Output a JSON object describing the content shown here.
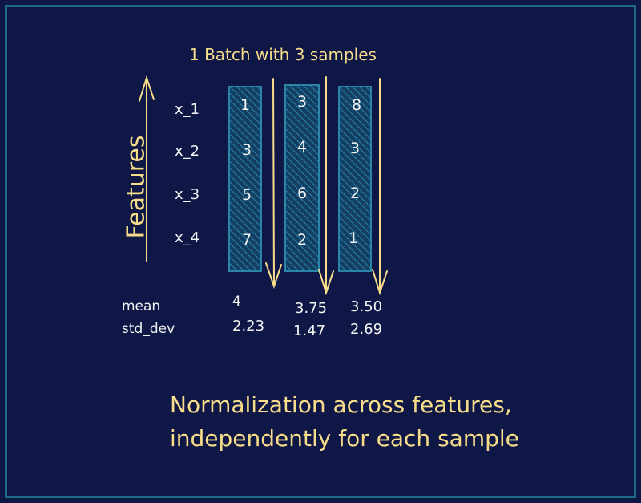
{
  "title": "1 Batch with 3 samples",
  "y_axis_label": "Features",
  "features": [
    "x_1",
    "x_2",
    "x_3",
    "x_4"
  ],
  "samples": [
    {
      "values": [
        "1",
        "3",
        "5",
        "7"
      ],
      "mean": "4",
      "std_dev": "2.23"
    },
    {
      "values": [
        "3",
        "4",
        "6",
        "2"
      ],
      "mean": "3.75",
      "std_dev": "1.47"
    },
    {
      "values": [
        "8",
        "3",
        "2",
        "1"
      ],
      "mean": "3.50",
      "std_dev": "2.69"
    }
  ],
  "stat_labels": {
    "mean": "mean",
    "std_dev": "std_dev"
  },
  "caption": {
    "line1": "Normalization across features,",
    "line2": "independently for each sample"
  },
  "colors": {
    "background": "#0f1747",
    "border": "#1e6b86",
    "column_fill": "#1a5a78",
    "arrow": "#f7dd8a",
    "text": "#f4f4f4"
  }
}
